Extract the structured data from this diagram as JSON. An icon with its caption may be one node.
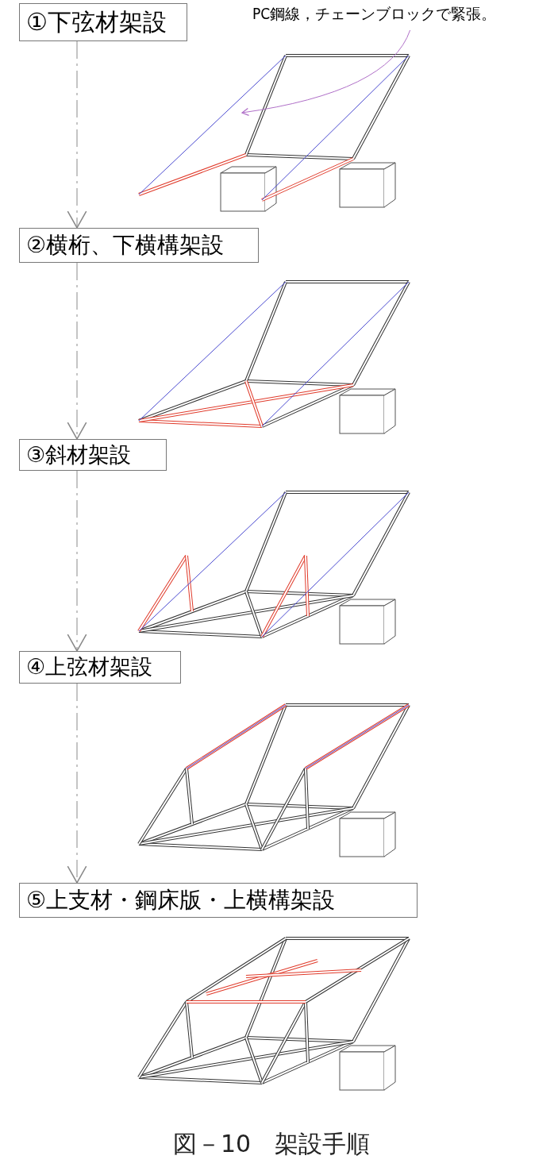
{
  "diagram": {
    "caption": "図－10　架設手順",
    "nodes": [
      {
        "text": [
          "①下弦材架設"
        ]
      },
      {
        "text": [
          "②横桁、下横構架設"
        ]
      },
      {
        "text": [
          "③斜材架設"
        ]
      },
      {
        "text": [
          "④上弦材架設"
        ]
      },
      {
        "text": [
          "⑤上支材・鋼床版・上横構架設"
        ]
      },
      {
        "text": [
          "PC鋼線，チェーンブロックで緊張。"
        ]
      }
    ],
    "edges": [
      {
        "from": 0,
        "to": 1,
        "arrow": "to",
        "style": "dashed"
      },
      {
        "from": 1,
        "to": 2,
        "arrow": "to",
        "style": "dashed"
      },
      {
        "from": 2,
        "to": 3,
        "arrow": "to",
        "style": "dashed"
      },
      {
        "from": 3,
        "to": 4,
        "arrow": "to",
        "style": "dashed"
      },
      {
        "from": 5,
        "to": null,
        "arrow": "to",
        "color": "#b070c8"
      }
    ]
  }
}
